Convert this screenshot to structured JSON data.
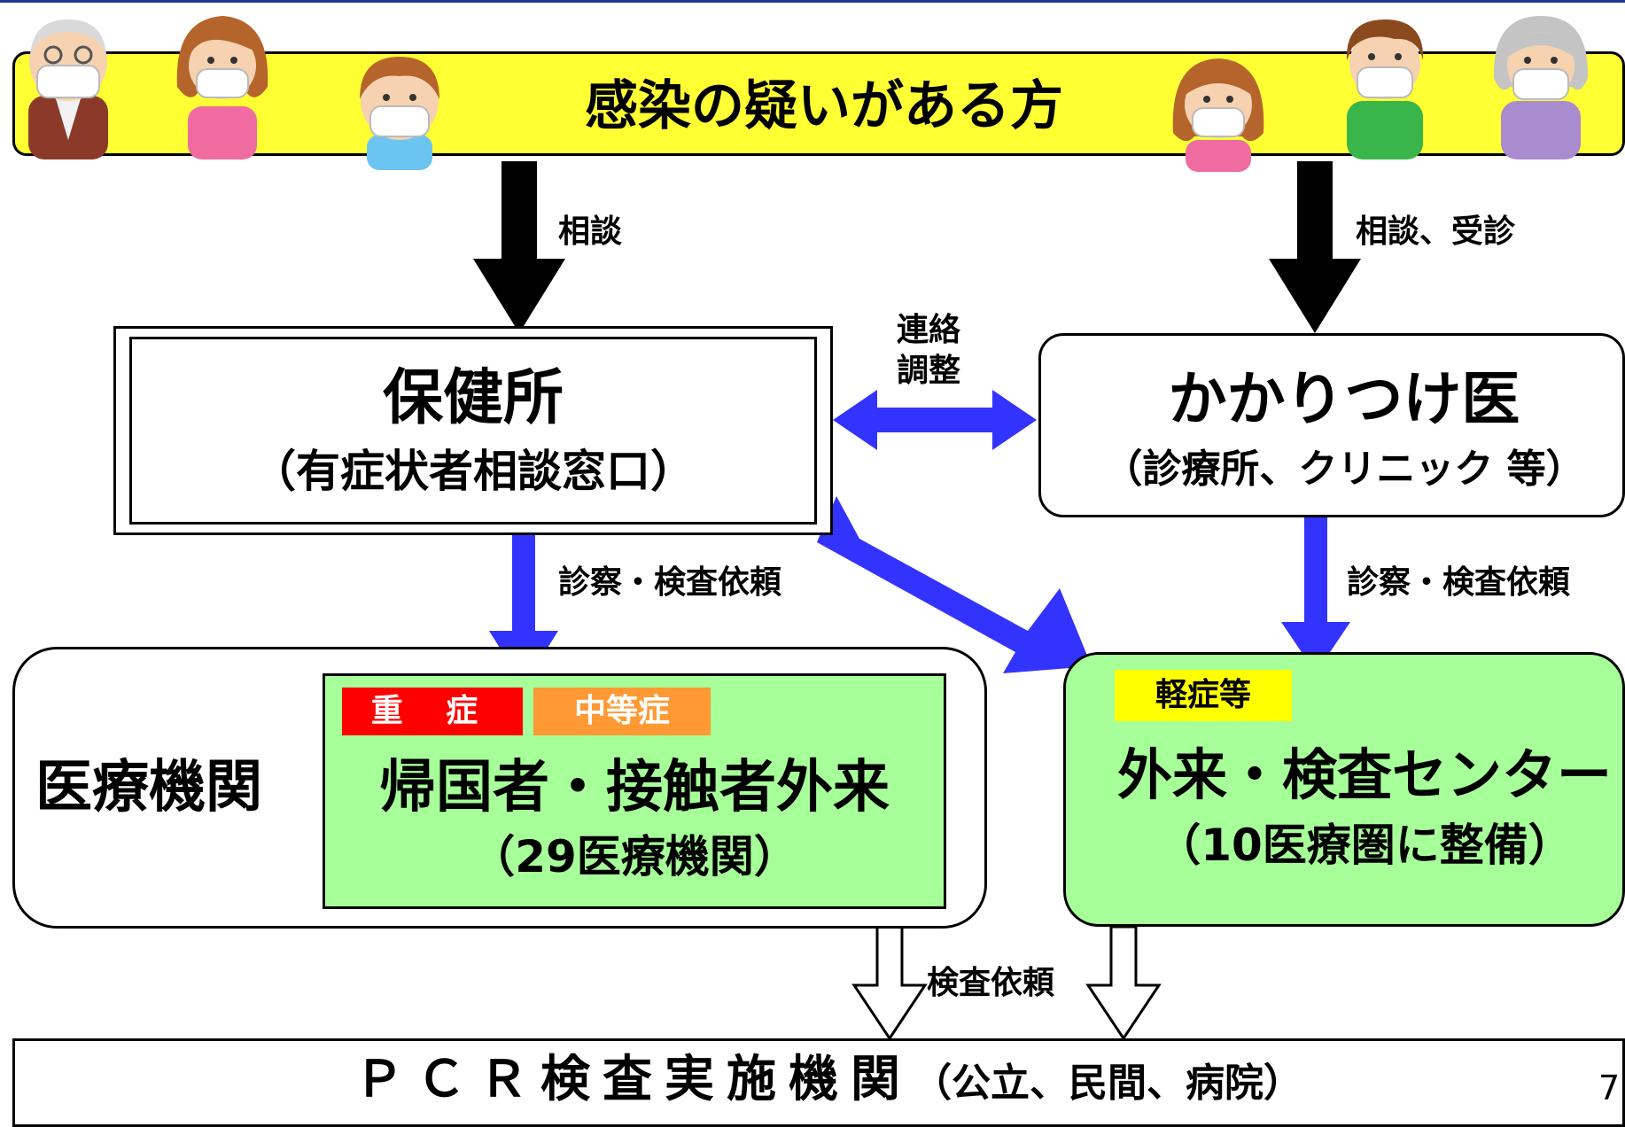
{
  "colors": {
    "banner": "#ffff33",
    "blue_arrow": "#3333ff",
    "green_box": "#a6ff99",
    "severe_tag": "#ff0000",
    "moderate_tag": "#ff9933",
    "mild_tag": "#ffff00"
  },
  "banner": {
    "title": "感染の疑いがある方"
  },
  "people_icons": [
    "elderly-man-icon",
    "woman-icon",
    "boy-icon",
    "girl-icon",
    "man-icon",
    "elderly-woman-icon"
  ],
  "arrows": {
    "consult": "相談",
    "consult_visit": "相談、受診",
    "liaison": "連絡\n調整",
    "exam_request_left": "診察・検査依頼",
    "exam_request_right": "診察・検査依頼",
    "test_request": "検査依頼"
  },
  "health_center": {
    "title": "保健所",
    "subtitle": "（有症状者相談窓口）"
  },
  "gp": {
    "title": "かかりつけ医",
    "subtitle": "（診療所、クリニック 等）"
  },
  "medical_institutions": {
    "label": "医療機関",
    "tag_severe": "重 症",
    "tag_moderate": "中等症",
    "title": "帰国者・接触者外来",
    "subtitle": "（29医療機関）"
  },
  "test_center": {
    "tag_mild": "軽症等",
    "title": "外来・検査センター",
    "subtitle": "（10医療圏に整備）"
  },
  "pcr": {
    "title_main": "ＰＣＲ検査実施機関",
    "title_sub": "（公立、民間、病院）"
  },
  "page_number": "7"
}
